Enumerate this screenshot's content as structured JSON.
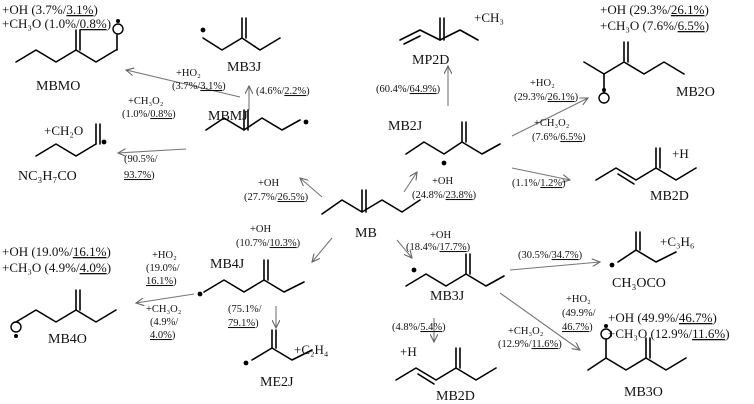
{
  "species": {
    "MB": "MB",
    "MBMJ": "MBMJ",
    "MB2J": "MB2J",
    "MB4J": "MB4J",
    "MB3J": "MB3J",
    "MB3J_top": "MB3J",
    "MBMO": "MBMO",
    "NC3H7CO": "NC₃H₇CO",
    "MP2D": "MP2D",
    "MB2O": "MB2O",
    "MB2D_right": "MB2D",
    "MB4O": "MB4O",
    "ME2J": "ME2J",
    "CH3OCO": "CH₃OCO",
    "MB2D_bottom": "MB2D",
    "MB3O": "MB3O"
  },
  "byproducts": {
    "ch2o": "+CH₂O",
    "ch3": "+CH₃",
    "h_right": "+H",
    "c2h4": "+C₂H₄",
    "c3h6": "+C₃H₆",
    "h_bottom": "+H"
  },
  "branching": {
    "mbmo_top_oh": {
      "pre": "+OH (3.7%/",
      "u": "3.1%",
      "post": ")"
    },
    "mbmo_top_ch3o": {
      "pre": "+CH₃O (1.0%/",
      "u": "0.8%",
      "post": ")"
    },
    "mbmj_ho2": {
      "sp": "+HO₂",
      "a": "(3.7%/",
      "u": "3.1%",
      "b": ")"
    },
    "mbmj_ch3o2": {
      "sp": "+CH₃O₂",
      "a": "(1.0%/",
      "u": "0.8%",
      "b": ")"
    },
    "mbmj_mb3j": {
      "a": "(4.6%/",
      "u": "2.2%",
      "b": ")"
    },
    "mbmj_nc3": {
      "a": "(90.5%/",
      "u": "93.7%",
      "b": ")"
    },
    "mb_mbmj": {
      "sp": "+OH",
      "a": "(27.7%/",
      "u": "26.5%",
      "b": ")"
    },
    "mb2j_mp2d": {
      "a": "(60.4%/",
      "u": "64.9%",
      "b": ")"
    },
    "mb2o_top_oh": {
      "pre": "+OH (29.3%/",
      "u": "26.1%",
      "post": ")"
    },
    "mb2o_top_ch3o": {
      "pre": "+CH₃O (7.6%/",
      "u": "6.5%",
      "post": ")"
    },
    "mb2j_ho2": {
      "sp": "+HO₂",
      "a": "(29.3%/",
      "u": "26.1%",
      "b": ")"
    },
    "mb2j_ch3o2": {
      "sp": "+CH₃O₂",
      "a": "(7.6%/",
      "u": "6.5%",
      "b": ")"
    },
    "mb2j_mb2d": {
      "a": "(1.1%/",
      "u": "1.2%",
      "b": ")"
    },
    "mb_mb2j": {
      "sp": "+OH",
      "a": "(24.8%/",
      "u": "23.8%",
      "b": ")"
    },
    "mb_mb4j": {
      "sp": "+OH",
      "a": "(10.7%/",
      "u": "10.3%",
      "b": ")"
    },
    "mb_mb3j": {
      "sp": "+OH",
      "a": "(18.4%/",
      "u": "17.7%",
      "b": ")"
    },
    "mb4o_oh": {
      "pre": "+OH (19.0%/",
      "u": "16.1%",
      "post": ")"
    },
    "mb4o_ch3o": {
      "pre": "+CH₃O (4.9%/",
      "u": "4.0%",
      "post": ")"
    },
    "mb4j_ho2": {
      "sp": "+HO₂",
      "a": "(19.0%/",
      "u": "16.1%",
      "b": ")"
    },
    "mb4j_ch3o2": {
      "sp": "+CH₃O₂",
      "a": "(4.9%/",
      "u": "4.0%",
      "b": ")"
    },
    "mb4j_me2j": {
      "a": "(75.1%/",
      "u": "79.1%",
      "b": ")"
    },
    "mb3j_ch3oco": {
      "a": "(30.5%/",
      "u": "34.7%",
      "b": ")"
    },
    "mb3j_ho2": {
      "sp": "+HO₂",
      "a": "(49.9%/",
      "u": "46.7%",
      "b": ")"
    },
    "mb3j_ch3o2": {
      "sp": "+CH₃O₂",
      "a": "(12.9%/",
      "u": "11.6%",
      "b": ")"
    },
    "mb3j_mb2d": {
      "a": "(4.8%/",
      "u": "5.4%",
      "b": ")"
    },
    "mb3o_oh": {
      "pre": "+OH (49.9%/",
      "u": "46.7%",
      "post": ")"
    },
    "mb3o_ch3o": {
      "pre": "+CH₃O (12.9%/",
      "u": "11.6%",
      "post": ")"
    }
  }
}
